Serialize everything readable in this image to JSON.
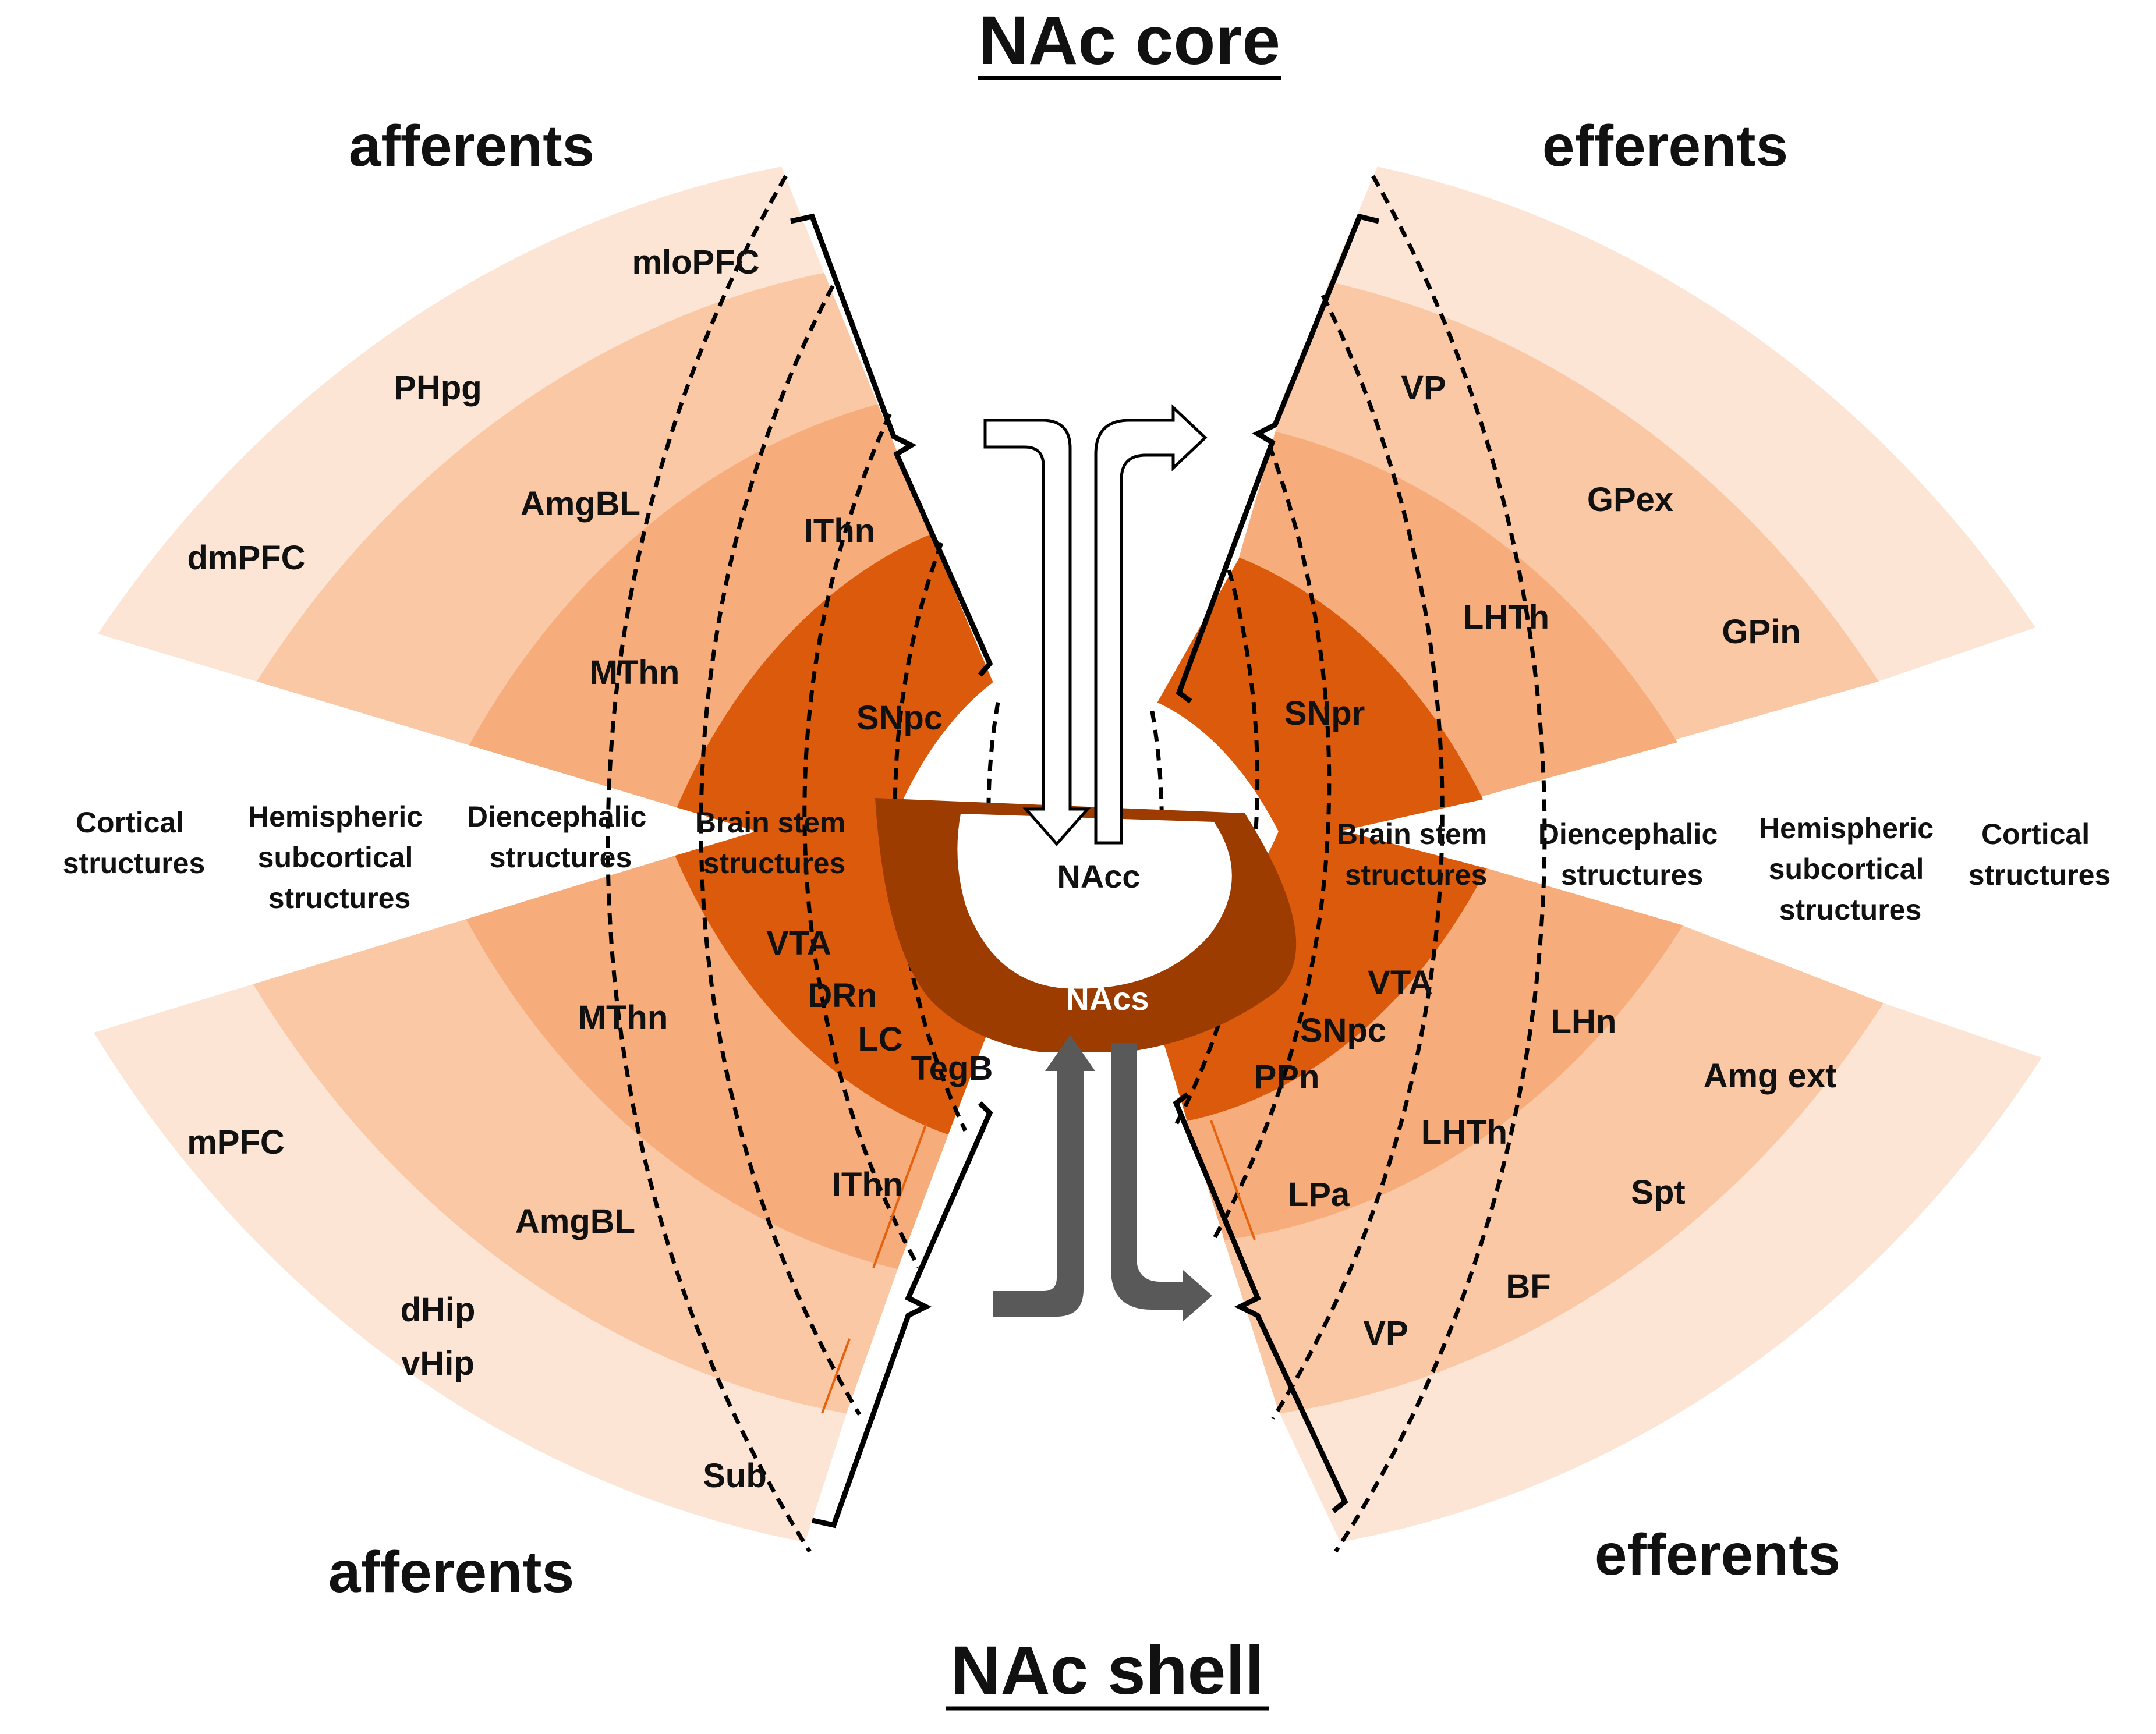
{
  "titles": {
    "core": "NAc core",
    "shell": "NAc shell"
  },
  "headings": {
    "afferents_top": "afferents",
    "efferents_top": "efferents",
    "afferents_bottom": "afferents",
    "efferents_bottom": "efferents"
  },
  "center": {
    "nacc": "NAcc",
    "nacs": "NAcs"
  },
  "structure_bands": {
    "left": [
      [
        "Cortical",
        "structures"
      ],
      [
        "Hemispheric",
        "subcortical",
        "structures"
      ],
      [
        "Diencephalic",
        "structures"
      ],
      [
        "Brain stem",
        "structures"
      ]
    ],
    "right": [
      [
        "Brain stem",
        "structures"
      ],
      [
        "Diencephalic",
        "structures"
      ],
      [
        "Hemispheric",
        "subcortical",
        "structures"
      ],
      [
        "Cortical",
        "structures"
      ]
    ]
  },
  "regions": {
    "core_afferent": [
      "mloPFC",
      "PHpg",
      "dmPFC",
      "AmgBL",
      "IThn",
      "MThn",
      "SNpc"
    ],
    "core_efferent": [
      "VP",
      "GPex",
      "LHTh",
      "GPin",
      "SNpr"
    ],
    "shell_afferent": [
      "VTA",
      "DRn",
      "LC",
      "TegB",
      "MThn",
      "IThn",
      "mPFC",
      "AmgBL",
      "dHip",
      "vHip",
      "Sub"
    ],
    "shell_efferent": [
      "VTA",
      "SNpc",
      "PPn",
      "LHn",
      "Amg ext",
      "LHTh",
      "LPa",
      "Spt",
      "BF",
      "VP"
    ]
  },
  "colors": {
    "ring_cortical": "#fde5d5",
    "ring_hemispheric": "#fbc8a6",
    "ring_diencephalic": "#f6ad7b",
    "ring_brainstem": "#dc5a0c",
    "nac_shell_band": "#9c3c00",
    "shell_arrow": "#595959",
    "outline": "#000000"
  },
  "icons": {
    "core_arrows": "core-flow-arrows-icon",
    "shell_arrows": "shell-flow-arrows-icon",
    "brackets": "bracket-icon"
  }
}
